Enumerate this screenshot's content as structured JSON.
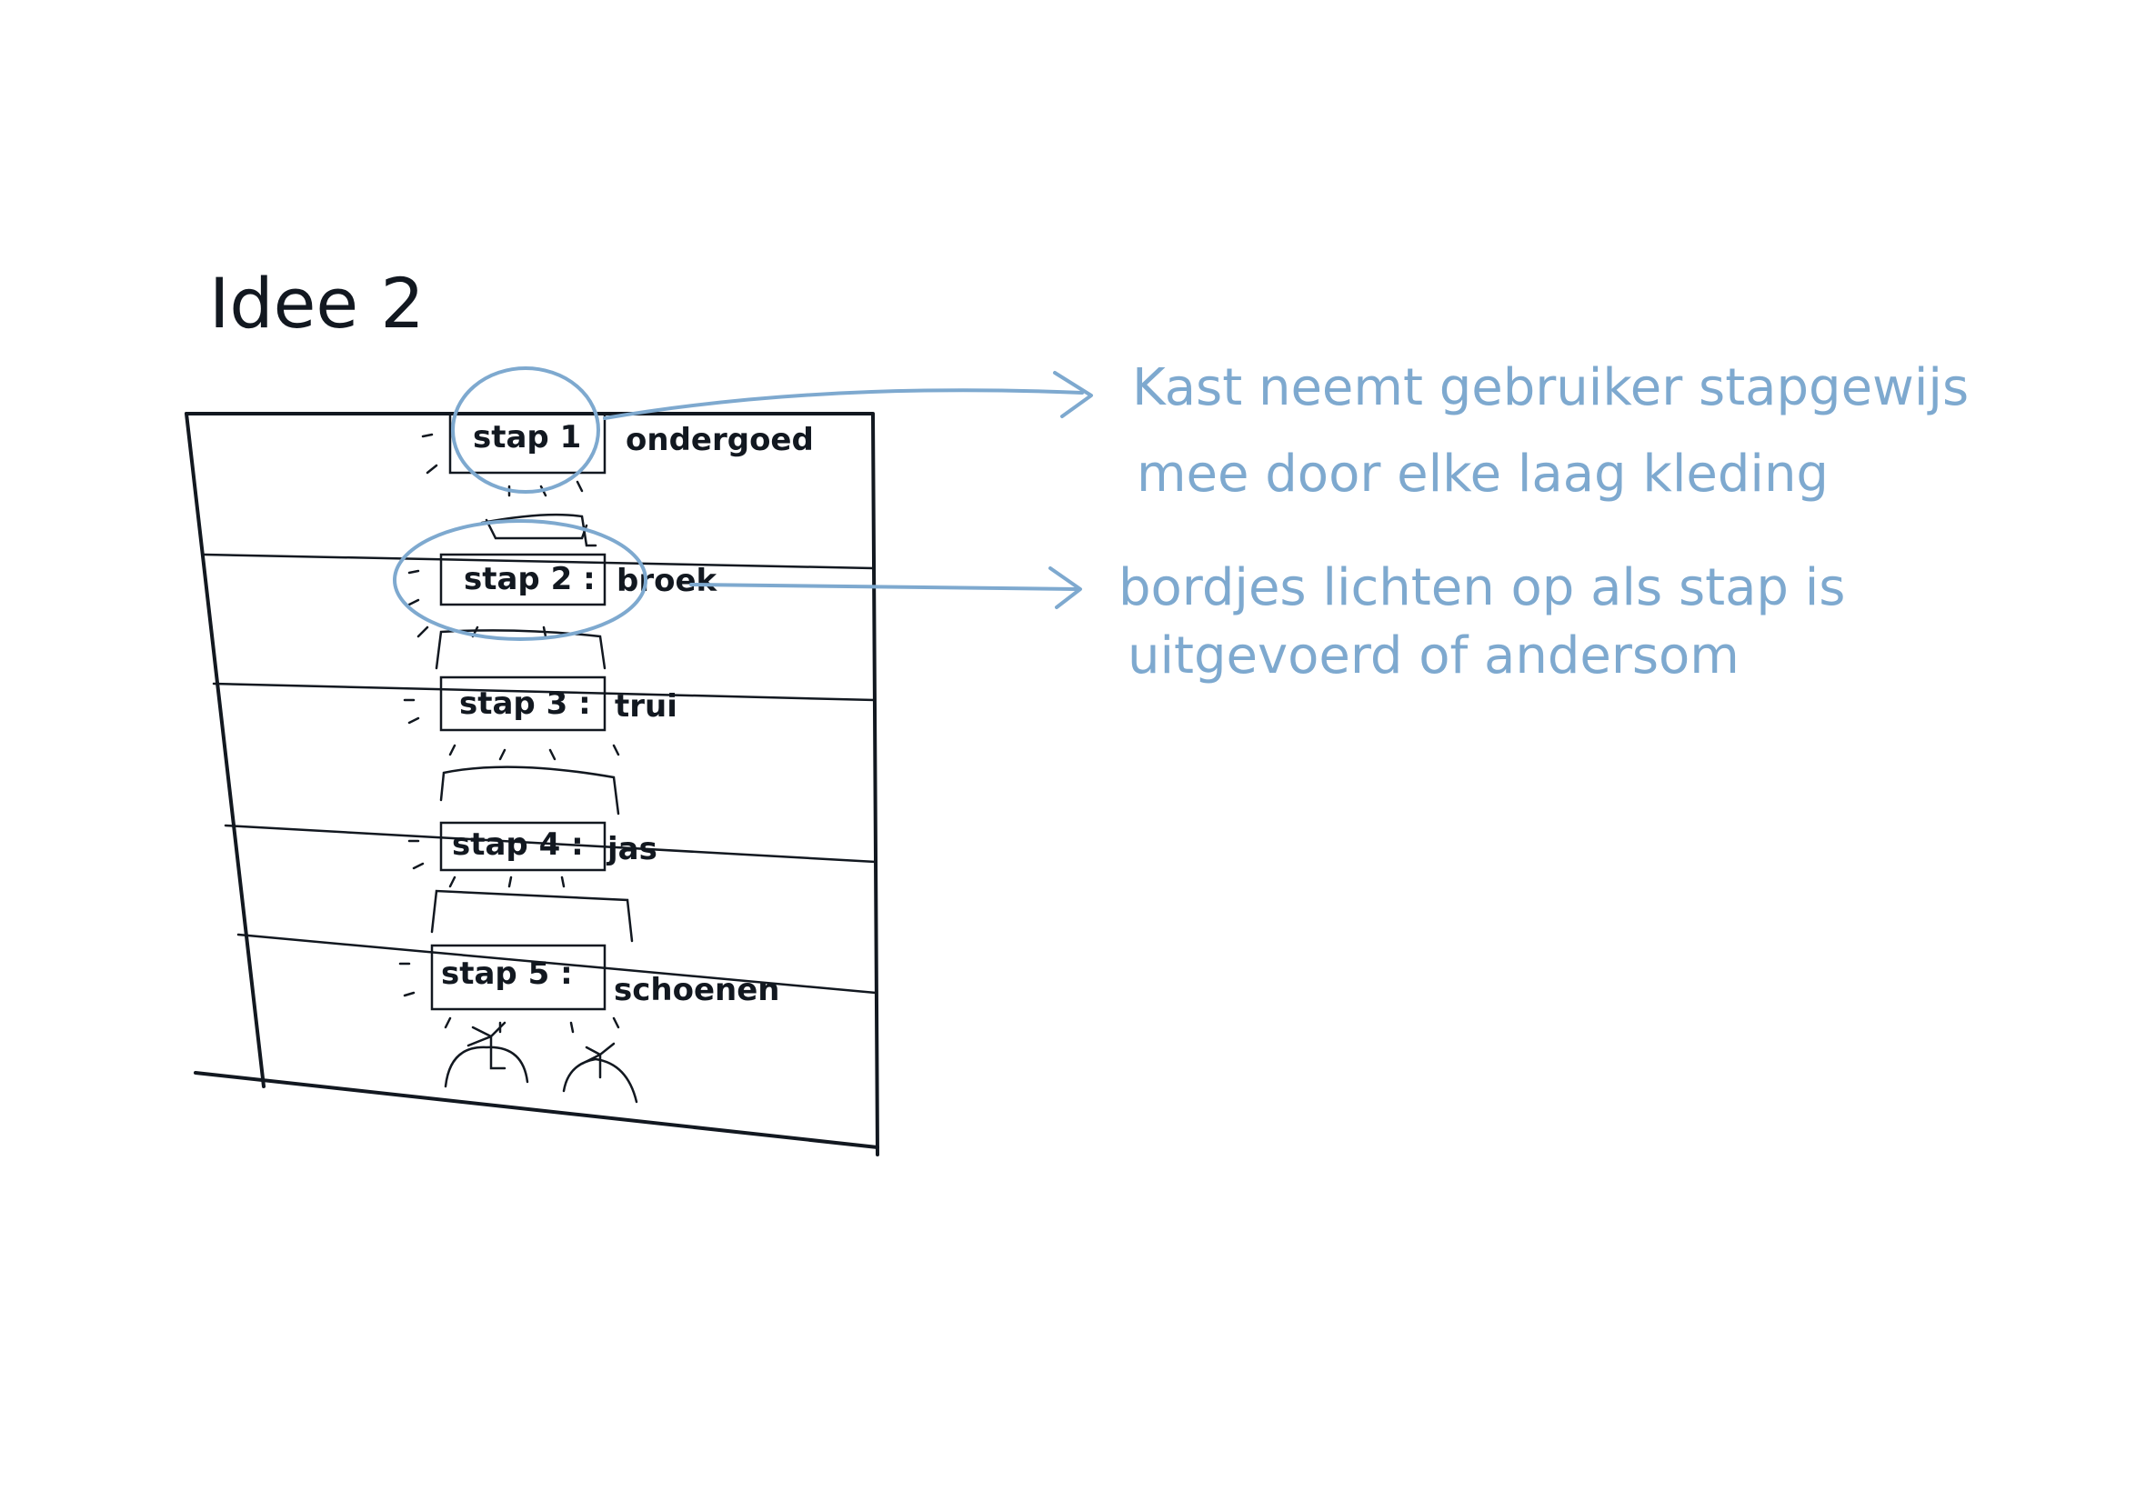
{
  "title": "Idee 2",
  "steps": [
    {
      "label": "stap 1",
      "item": "ondergoed"
    },
    {
      "label": "stap 2 :",
      "item": "broek"
    },
    {
      "label": "stap 3 :",
      "item": "trui"
    },
    {
      "label": "stap 4 :",
      "item": "jas"
    },
    {
      "label": "stap 5 :",
      "item": "schoenen"
    }
  ],
  "annotations": [
    {
      "lines": [
        "Kast neemt gebruiker stapgewijs",
        "mee door elke laag kleding"
      ]
    },
    {
      "lines": [
        "bordjes lichten op als stap is",
        "uitgevoerd of andersom"
      ]
    }
  ],
  "colors": {
    "ink": "#121820",
    "annotation": "#7ea9cf"
  }
}
